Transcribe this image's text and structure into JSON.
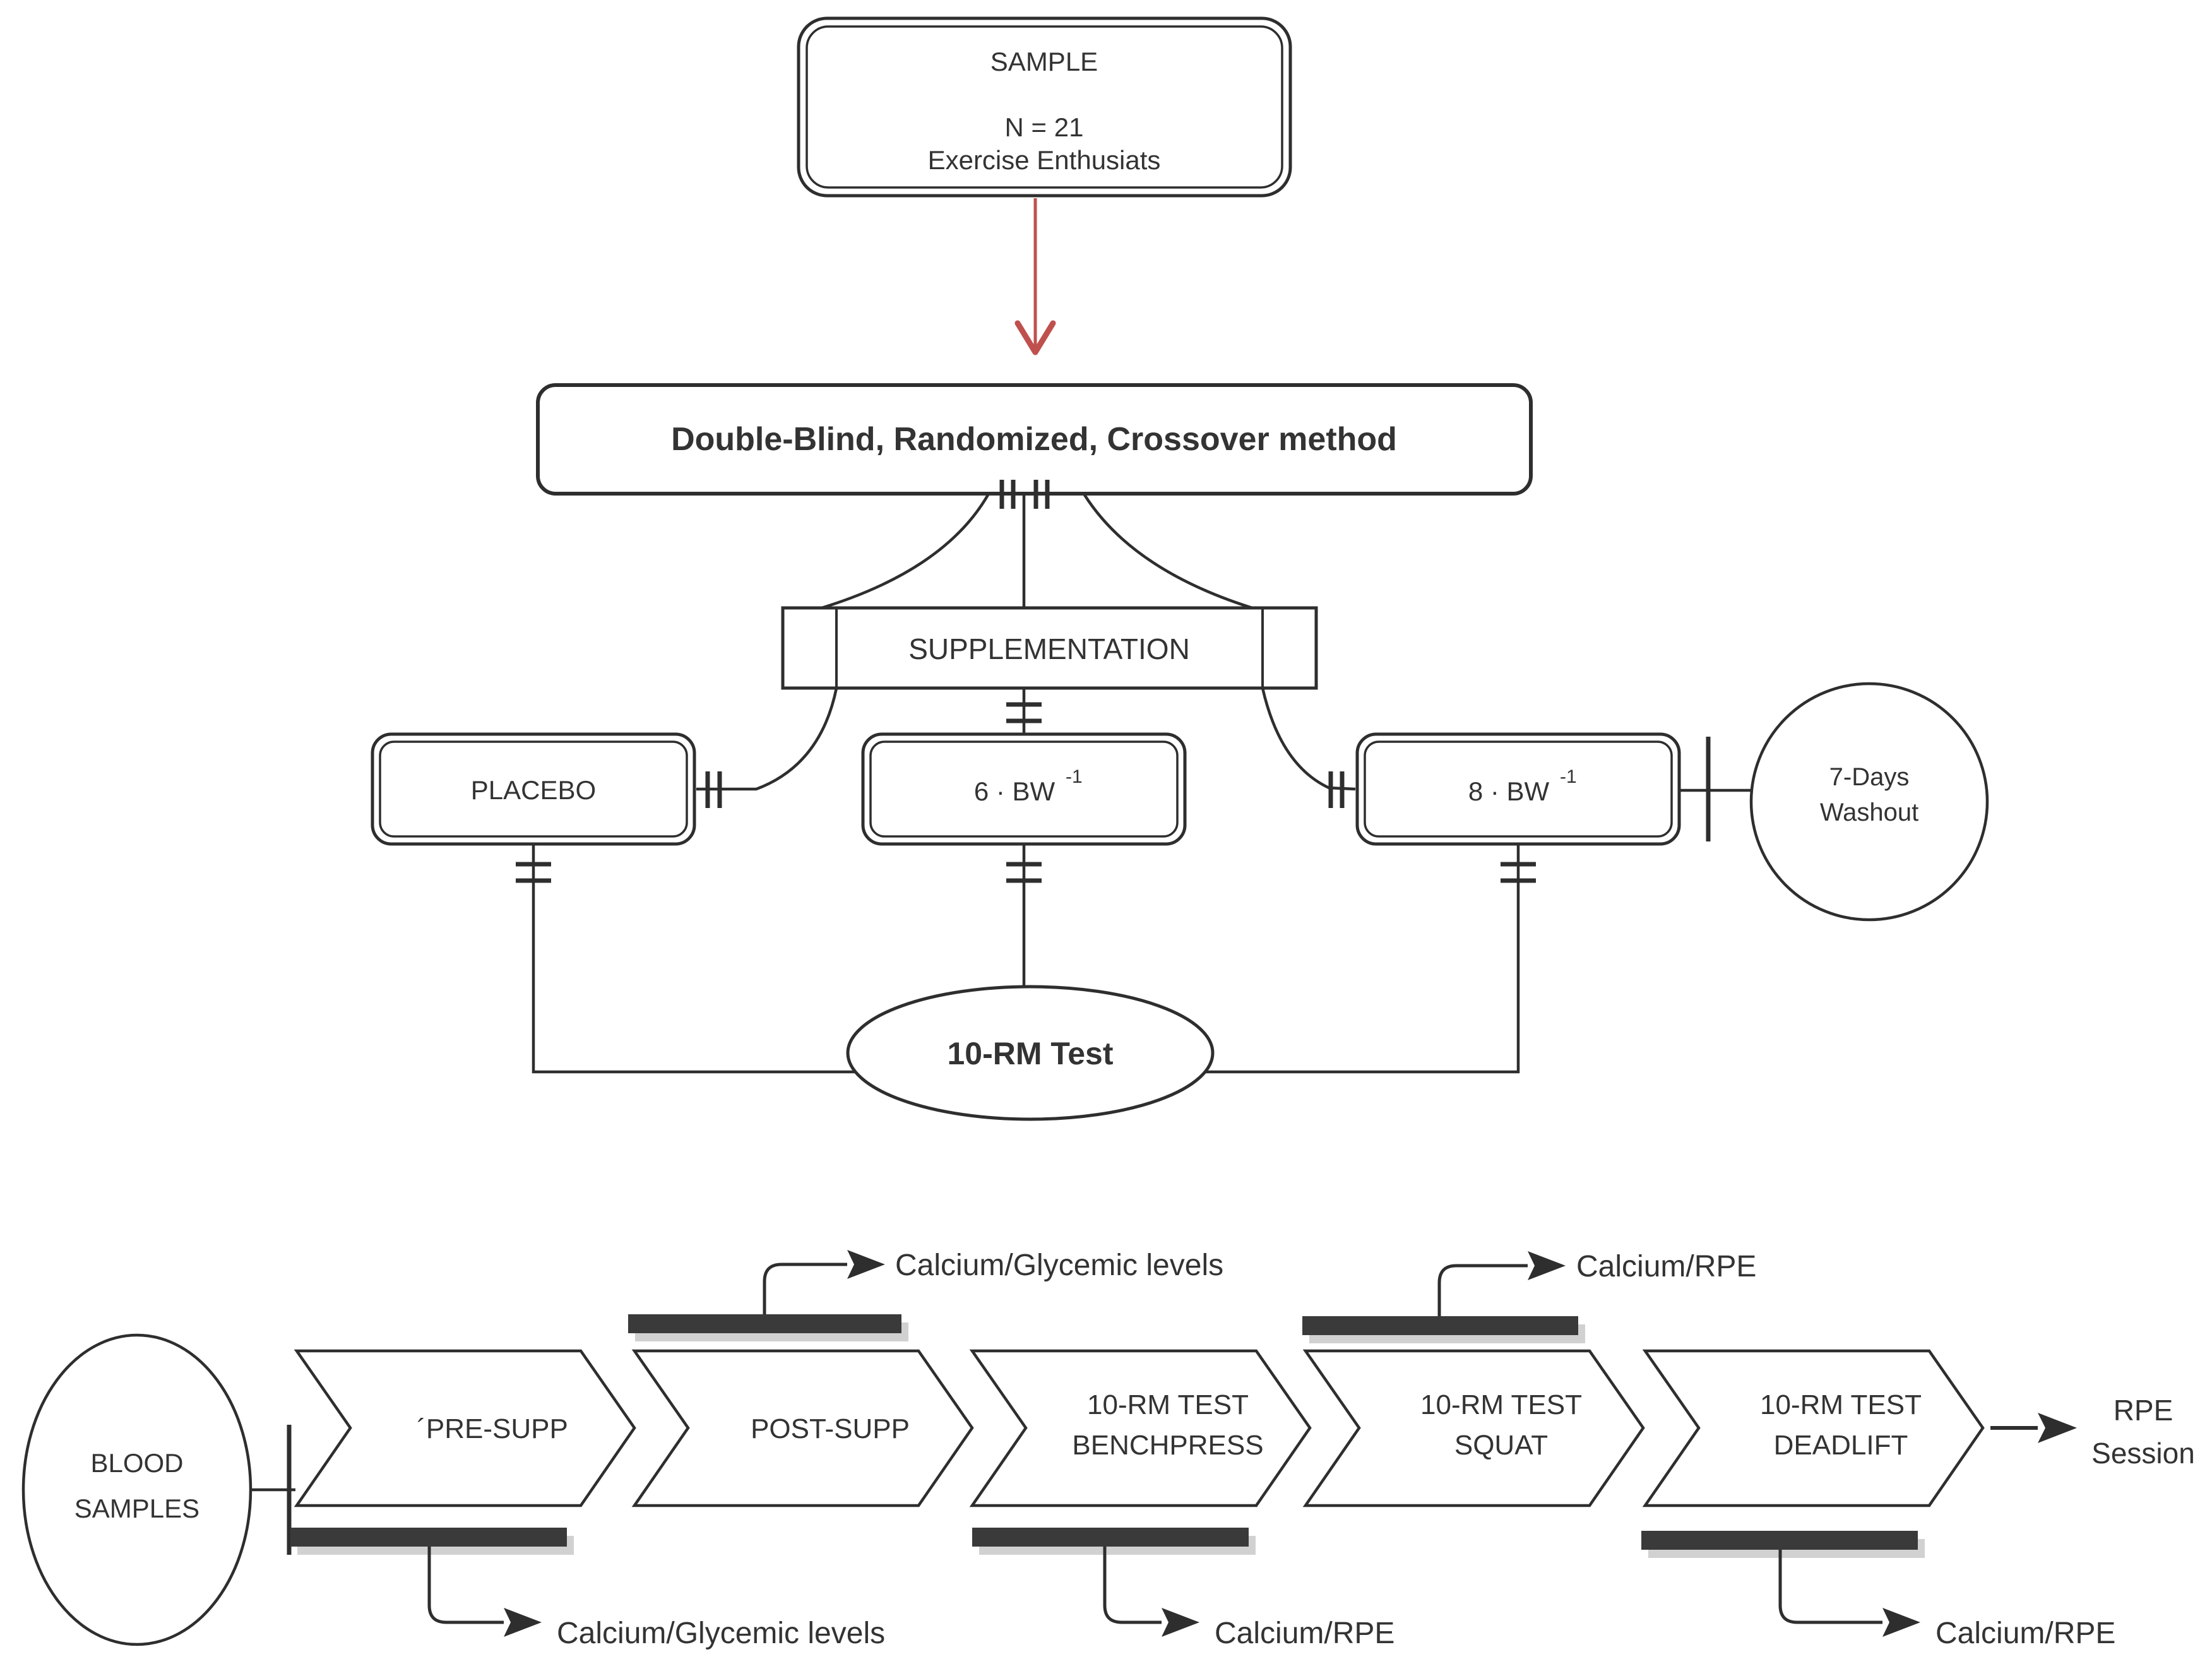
{
  "colors": {
    "ink": "#2e2e2e",
    "text": "#333333",
    "emphasis_bar": "#3a3a3a",
    "bar_shadow": "#ababab",
    "red_arrow": "#c0504d",
    "background": "#ffffff"
  },
  "top_flow": {
    "sample_box": {
      "title": "SAMPLE",
      "n_line": "N = 21",
      "population_line": "Exercise Enthusiats"
    },
    "method_box": {
      "label": "Double-Blind, Randomized, Crossover method"
    },
    "supplementation_box": {
      "label": "SUPPLEMENTATION"
    },
    "placebo_box": {
      "label": "PLACEBO"
    },
    "dose_6_box": {
      "label": "6 · BW",
      "superscript": "-1"
    },
    "dose_8_box": {
      "label": "8 · BW",
      "superscript": "-1"
    },
    "washout_circle": {
      "line1": "7-Days",
      "line2": "Washout"
    },
    "rm_test_node": {
      "label": "10-RM Test"
    }
  },
  "bottom_flow": {
    "blood_samples_circle": {
      "line1": "BLOOD",
      "line2": "SAMPLES"
    },
    "steps": [
      {
        "label": "´PRE-SUPP"
      },
      {
        "label": "POST-SUPP"
      },
      {
        "label": "10-RM TEST",
        "label2": "BENCHPRESS"
      },
      {
        "label": "10-RM TEST",
        "label2": "SQUAT"
      },
      {
        "label": "10-RM TEST",
        "label2": "DEADLIFT"
      }
    ],
    "end_label": {
      "line1": "RPE",
      "line2": "Session"
    },
    "annotations": {
      "post_supp_top": "Calcium/Glycemic levels",
      "squat_top": "Calcium/RPE",
      "pre_supp_bottom": "Calcium/Glycemic levels",
      "benchpress_bottom": "Calcium/RPE",
      "deadlift_bottom": "Calcium/RPE"
    }
  }
}
